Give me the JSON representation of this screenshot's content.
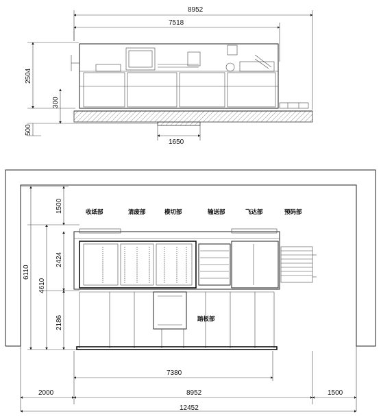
{
  "elevation_view": {
    "dimensions": {
      "overall_length": "8952",
      "machine_length": "7518",
      "machine_height": "2504",
      "pit_depth": "300",
      "floor_offset": "500",
      "pit_width": "1650"
    }
  },
  "plan_view": {
    "sections": [
      {
        "label": "收纸部"
      },
      {
        "label": "清废部"
      },
      {
        "label": "模切部"
      },
      {
        "label": "输送部"
      },
      {
        "label": "飞达部"
      },
      {
        "label": "预码部"
      }
    ],
    "platform_label": "踏板部",
    "dimensions": {
      "top_clearance": "1500",
      "total_width": "6110",
      "body_width": "4610",
      "upper_width": "2424",
      "lower_width": "2186",
      "platform_length": "7380",
      "left_clearance": "2000",
      "machine_length": "8952",
      "right_clearance": "1500",
      "overall_length": "12452"
    }
  }
}
